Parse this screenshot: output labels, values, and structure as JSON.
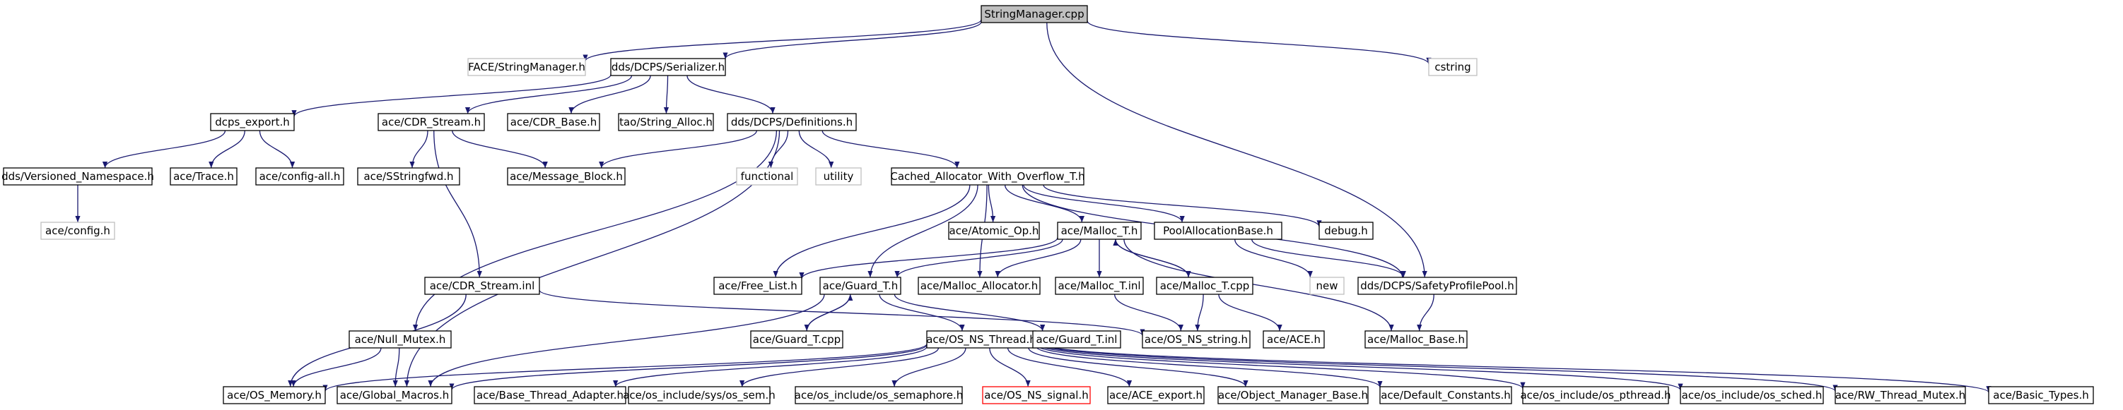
{
  "diagram": {
    "colors": {
      "edge": "#191970",
      "node_border": "#000000",
      "root_fill": "#bfbfbf",
      "node_fill": "#ffffff",
      "external_border": "#bfbfbf",
      "missing_border": "#ff0000",
      "text": "#000000"
    },
    "nodes": [
      {
        "id": "root",
        "label": "StringManager.cpp",
        "kind": "root"
      },
      {
        "id": "face_sm",
        "label": "FACE/StringManager.h",
        "kind": "external"
      },
      {
        "id": "serializer",
        "label": "dds/DCPS/Serializer.h",
        "kind": "normal"
      },
      {
        "id": "cstring",
        "label": "cstring",
        "kind": "external"
      },
      {
        "id": "dcps_export",
        "label": "dcps_export.h",
        "kind": "normal"
      },
      {
        "id": "cdr_stream_h",
        "label": "ace/CDR_Stream.h",
        "kind": "normal"
      },
      {
        "id": "cdr_base",
        "label": "ace/CDR_Base.h",
        "kind": "normal"
      },
      {
        "id": "string_alloc",
        "label": "tao/String_Alloc.h",
        "kind": "normal"
      },
      {
        "id": "definitions",
        "label": "dds/DCPS/Definitions.h",
        "kind": "normal"
      },
      {
        "id": "versioned_ns",
        "label": "dds/Versioned_Namespace.h",
        "kind": "normal"
      },
      {
        "id": "trace",
        "label": "ace/Trace.h",
        "kind": "normal"
      },
      {
        "id": "config_all",
        "label": "ace/config-all.h",
        "kind": "normal"
      },
      {
        "id": "sstringfwd",
        "label": "ace/SStringfwd.h",
        "kind": "normal"
      },
      {
        "id": "message_block",
        "label": "ace/Message_Block.h",
        "kind": "normal"
      },
      {
        "id": "functional",
        "label": "functional",
        "kind": "external"
      },
      {
        "id": "utility",
        "label": "utility",
        "kind": "external"
      },
      {
        "id": "cached_alloc",
        "label": "Cached_Allocator_With_Overflow_T.h",
        "kind": "normal"
      },
      {
        "id": "config_h",
        "label": "ace/config.h",
        "kind": "external"
      },
      {
        "id": "atomic_op",
        "label": "ace/Atomic_Op.h",
        "kind": "normal"
      },
      {
        "id": "malloc_t_h",
        "label": "ace/Malloc_T.h",
        "kind": "normal"
      },
      {
        "id": "pool_alloc",
        "label": "PoolAllocationBase.h",
        "kind": "normal"
      },
      {
        "id": "debug",
        "label": "debug.h",
        "kind": "normal"
      },
      {
        "id": "cdr_stream_inl",
        "label": "ace/CDR_Stream.inl",
        "kind": "normal"
      },
      {
        "id": "free_list",
        "label": "ace/Free_List.h",
        "kind": "normal"
      },
      {
        "id": "guard_t_h",
        "label": "ace/Guard_T.h",
        "kind": "normal"
      },
      {
        "id": "malloc_allocator",
        "label": "ace/Malloc_Allocator.h",
        "kind": "normal"
      },
      {
        "id": "malloc_t_inl",
        "label": "ace/Malloc_T.inl",
        "kind": "normal"
      },
      {
        "id": "malloc_t_cpp",
        "label": "ace/Malloc_T.cpp",
        "kind": "normal"
      },
      {
        "id": "new",
        "label": "new",
        "kind": "external"
      },
      {
        "id": "safety_pool",
        "label": "dds/DCPS/SafetyProfilePool.h",
        "kind": "normal"
      },
      {
        "id": "null_mutex",
        "label": "ace/Null_Mutex.h",
        "kind": "normal"
      },
      {
        "id": "guard_t_cpp",
        "label": "ace/Guard_T.cpp",
        "kind": "normal"
      },
      {
        "id": "os_ns_thread",
        "label": "ace/OS_NS_Thread.h",
        "kind": "normal"
      },
      {
        "id": "guard_t_inl",
        "label": "ace/Guard_T.inl",
        "kind": "normal"
      },
      {
        "id": "os_ns_string",
        "label": "ace/OS_NS_string.h",
        "kind": "normal"
      },
      {
        "id": "ace_h",
        "label": "ace/ACE.h",
        "kind": "normal"
      },
      {
        "id": "malloc_base",
        "label": "ace/Malloc_Base.h",
        "kind": "normal"
      },
      {
        "id": "os_memory",
        "label": "ace/OS_Memory.h",
        "kind": "normal"
      },
      {
        "id": "global_macros",
        "label": "ace/Global_Macros.h",
        "kind": "normal"
      },
      {
        "id": "base_thread_adapter",
        "label": "ace/Base_Thread_Adapter.h",
        "kind": "normal"
      },
      {
        "id": "os_sem",
        "label": "ace/os_include/sys/os_sem.h",
        "kind": "normal"
      },
      {
        "id": "os_semaphore",
        "label": "ace/os_include/os_semaphore.h",
        "kind": "normal"
      },
      {
        "id": "os_ns_signal",
        "label": "ace/OS_NS_signal.h",
        "kind": "missing"
      },
      {
        "id": "ace_export",
        "label": "ace/ACE_export.h",
        "kind": "normal"
      },
      {
        "id": "object_manager_base",
        "label": "ace/Object_Manager_Base.h",
        "kind": "normal"
      },
      {
        "id": "default_constants",
        "label": "ace/Default_Constants.h",
        "kind": "normal"
      },
      {
        "id": "os_pthread",
        "label": "ace/os_include/os_pthread.h",
        "kind": "normal"
      },
      {
        "id": "os_sched",
        "label": "ace/os_include/os_sched.h",
        "kind": "normal"
      },
      {
        "id": "rw_thread_mutex",
        "label": "ace/RW_Thread_Mutex.h",
        "kind": "normal"
      },
      {
        "id": "basic_types",
        "label": "ace/Basic_Types.h",
        "kind": "normal"
      }
    ],
    "edges": [
      [
        "root",
        "face_sm"
      ],
      [
        "root",
        "serializer"
      ],
      [
        "root",
        "cstring"
      ],
      [
        "root",
        "safety_pool"
      ],
      [
        "serializer",
        "dcps_export"
      ],
      [
        "serializer",
        "cdr_stream_h"
      ],
      [
        "serializer",
        "cdr_base"
      ],
      [
        "serializer",
        "string_alloc"
      ],
      [
        "serializer",
        "definitions"
      ],
      [
        "dcps_export",
        "versioned_ns"
      ],
      [
        "dcps_export",
        "trace"
      ],
      [
        "dcps_export",
        "config_all"
      ],
      [
        "versioned_ns",
        "config_h"
      ],
      [
        "cdr_stream_h",
        "sstringfwd"
      ],
      [
        "cdr_stream_h",
        "message_block"
      ],
      [
        "cdr_stream_h",
        "cdr_stream_inl"
      ],
      [
        "definitions",
        "message_block"
      ],
      [
        "definitions",
        "functional"
      ],
      [
        "definitions",
        "utility"
      ],
      [
        "definitions",
        "cached_alloc"
      ],
      [
        "definitions",
        "null_mutex"
      ],
      [
        "definitions",
        "global_macros"
      ],
      [
        "cached_alloc",
        "atomic_op"
      ],
      [
        "cached_alloc",
        "malloc_t_h"
      ],
      [
        "cached_alloc",
        "pool_alloc"
      ],
      [
        "cached_alloc",
        "debug"
      ],
      [
        "cached_alloc",
        "free_list"
      ],
      [
        "cached_alloc",
        "guard_t_h"
      ],
      [
        "cached_alloc",
        "malloc_allocator"
      ],
      [
        "cached_alloc",
        "safety_pool"
      ],
      [
        "malloc_t_h",
        "free_list"
      ],
      [
        "malloc_t_h",
        "guard_t_h"
      ],
      [
        "malloc_t_h",
        "malloc_allocator"
      ],
      [
        "malloc_t_h",
        "malloc_t_inl"
      ],
      [
        "malloc_t_h",
        "malloc_t_cpp"
      ],
      [
        "malloc_t_h",
        "malloc_base"
      ],
      [
        "malloc_t_cpp",
        "malloc_t_h"
      ],
      [
        "malloc_t_cpp",
        "os_ns_string"
      ],
      [
        "malloc_t_cpp",
        "ace_h"
      ],
      [
        "malloc_t_inl",
        "os_ns_string"
      ],
      [
        "pool_alloc",
        "safety_pool"
      ],
      [
        "pool_alloc",
        "new"
      ],
      [
        "safety_pool",
        "malloc_base"
      ],
      [
        "cdr_stream_inl",
        "os_ns_string"
      ],
      [
        "cdr_stream_inl",
        "os_memory"
      ],
      [
        "null_mutex",
        "os_memory"
      ],
      [
        "null_mutex",
        "global_macros"
      ],
      [
        "guard_t_h",
        "guard_t_cpp"
      ],
      [
        "guard_t_h",
        "guard_t_inl"
      ],
      [
        "guard_t_h",
        "os_ns_thread"
      ],
      [
        "guard_t_h",
        "global_macros"
      ],
      [
        "guard_t_cpp",
        "guard_t_h"
      ],
      [
        "os_ns_thread",
        "os_memory"
      ],
      [
        "os_ns_thread",
        "global_macros"
      ],
      [
        "os_ns_thread",
        "base_thread_adapter"
      ],
      [
        "os_ns_thread",
        "os_sem"
      ],
      [
        "os_ns_thread",
        "os_semaphore"
      ],
      [
        "os_ns_thread",
        "os_ns_signal"
      ],
      [
        "os_ns_thread",
        "ace_export"
      ],
      [
        "os_ns_thread",
        "object_manager_base"
      ],
      [
        "os_ns_thread",
        "default_constants"
      ],
      [
        "os_ns_thread",
        "os_pthread"
      ],
      [
        "os_ns_thread",
        "os_sched"
      ],
      [
        "os_ns_thread",
        "rw_thread_mutex"
      ],
      [
        "os_ns_thread",
        "basic_types"
      ]
    ]
  }
}
